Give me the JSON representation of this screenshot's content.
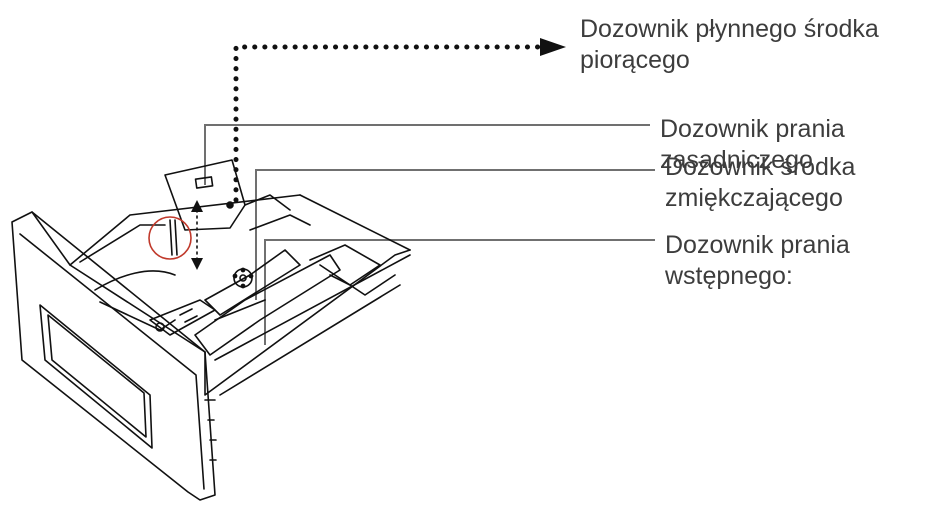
{
  "labels": {
    "liquid_detergent": [
      "Dozownik płynnego środka",
      "piorącego"
    ],
    "main_wash": [
      "Dozownik prania",
      "zasadniczego"
    ],
    "softener": [
      "Dozownik środka",
      "zmiękczającego"
    ],
    "prewash": [
      "Dozownik prania",
      "wstępnego:"
    ]
  },
  "colors": {
    "line": "#707070",
    "drawing": "#111111",
    "highlight_circle": "#c0392b"
  }
}
